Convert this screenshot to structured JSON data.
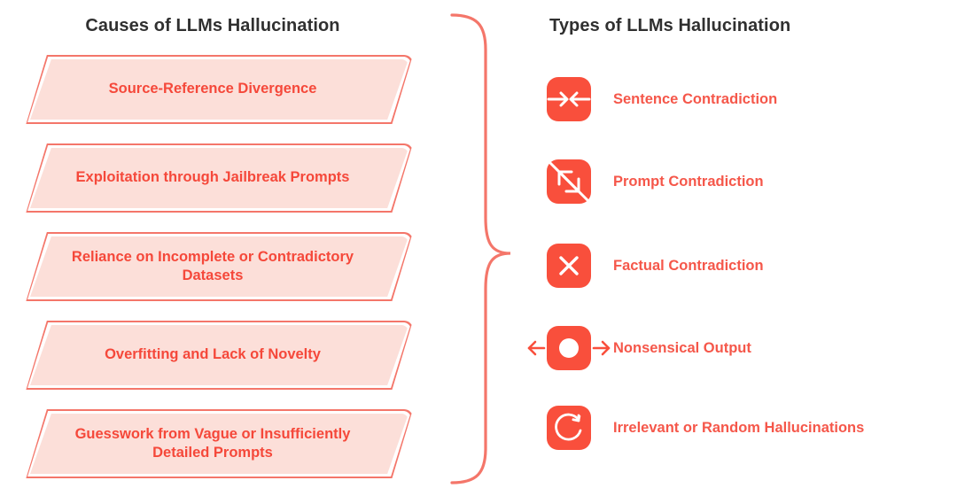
{
  "causes": {
    "heading": "Causes of LLMs Hallucination",
    "items": [
      {
        "label": "Source-Reference Divergence"
      },
      {
        "label": "Exploitation through Jailbreak Prompts"
      },
      {
        "label": "Reliance on Incomplete or Contradictory Datasets"
      },
      {
        "label": "Overfitting and Lack of Novelty"
      },
      {
        "label": "Guesswork from Vague or Insufficiently Detailed Prompts"
      }
    ]
  },
  "connector": {
    "icon": "curly-brace-icon",
    "color": "#f4766a"
  },
  "types": {
    "heading": "Types of LLMs Hallucination",
    "items": [
      {
        "label": "Sentence Contradiction",
        "icon": "converging-arrows-icon"
      },
      {
        "label": "Prompt Contradiction",
        "icon": "diverging-diagonal-arrows-icon"
      },
      {
        "label": "Factual Contradiction",
        "icon": "cross-x-icon"
      },
      {
        "label": "Nonsensical Output",
        "icon": "dot-with-outward-arrows-icon"
      },
      {
        "label": "Irrelevant or Random Hallucinations",
        "icon": "circular-refresh-icon"
      }
    ]
  },
  "colors": {
    "accent_red": "#f5483a",
    "icon_red": "#f94f3c",
    "shape_fill": "#fcdfd9",
    "shape_border": "#f4766a",
    "heading_text": "#303030",
    "background": "#ffffff"
  }
}
